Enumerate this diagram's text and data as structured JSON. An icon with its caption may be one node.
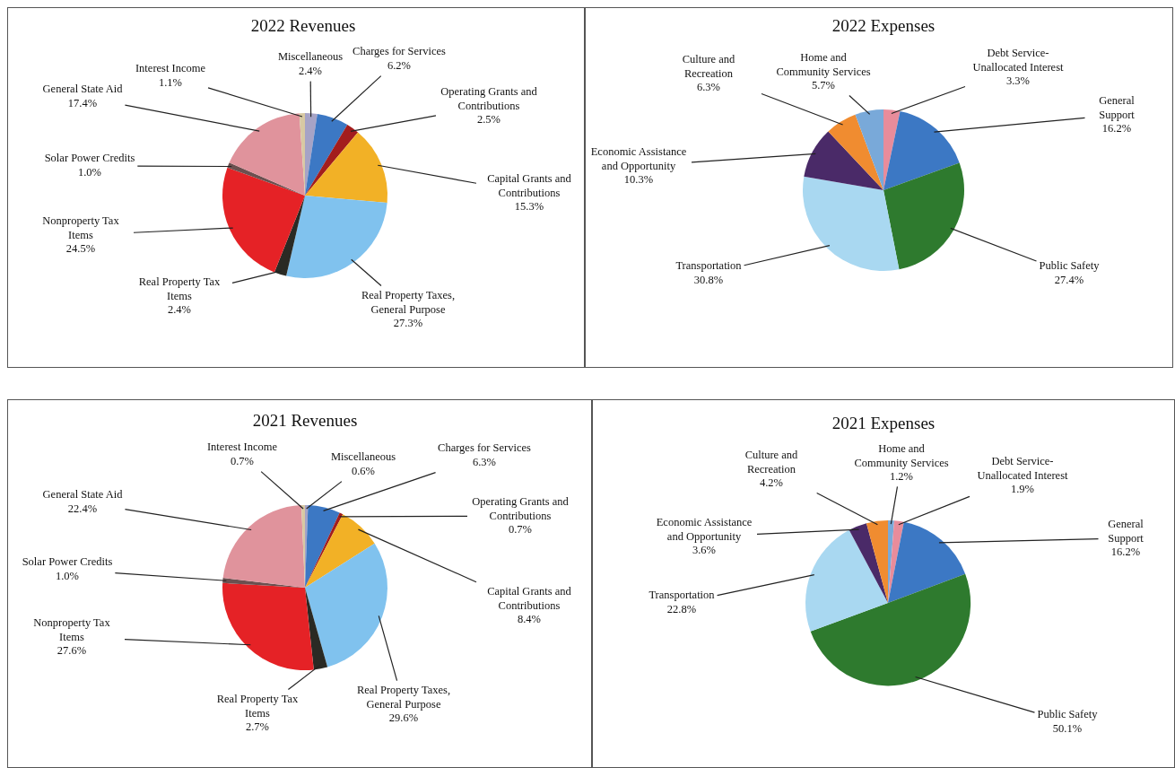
{
  "diagram": {
    "chart_data": [
      {
        "type": "pie",
        "title": "2022 Revenues",
        "categories": [
          "Miscellaneous",
          "Charges for Services",
          "Operating Grants and Contributions",
          "Capital Grants and Contributions",
          "Real Property Taxes, General Purpose",
          "Real Property Tax Items",
          "Nonproperty Tax Items",
          "Solar Power Credits",
          "General State Aid",
          "Interest Income"
        ],
        "values": [
          2.4,
          6.2,
          2.5,
          15.3,
          27.3,
          2.4,
          24.5,
          1.0,
          17.4,
          1.1
        ],
        "value_labels": [
          "2.4%",
          "6.2%",
          "2.5%",
          "15.3%",
          "27.3%",
          "2.4%",
          "24.5%",
          "1.0%",
          "17.4%",
          "1.1%"
        ]
      },
      {
        "type": "pie",
        "title": "2022 Expenses",
        "categories": [
          "Debt Service-Unallocated Interest",
          "General Support",
          "Public Safety",
          "Transportation",
          "Economic Assistance and Opportunity",
          "Culture and Recreation",
          "Home and Community Services"
        ],
        "values": [
          3.3,
          16.2,
          27.4,
          30.8,
          10.3,
          6.3,
          5.7
        ],
        "value_labels": [
          "3.3%",
          "16.2%",
          "27.4%",
          "30.8%",
          "10.3%",
          "6.3%",
          "5.7%"
        ]
      },
      {
        "type": "pie",
        "title": "2021 Revenues",
        "categories": [
          "Miscellaneous",
          "Charges for Services",
          "Operating Grants and Contributions",
          "Capital Grants and Contributions",
          "Real Property Taxes, General Purpose",
          "Real Property Tax Items",
          "Nonproperty Tax Items",
          "Solar Power Credits",
          "General State Aid",
          "Interest Income"
        ],
        "values": [
          0.6,
          6.3,
          0.7,
          8.4,
          29.6,
          2.7,
          27.6,
          1.0,
          22.4,
          0.7
        ],
        "value_labels": [
          "0.6%",
          "6.3%",
          "0.7%",
          "8.4%",
          "29.6%",
          "2.7%",
          "27.6%",
          "1.0%",
          "22.4%",
          "0.7%"
        ]
      },
      {
        "type": "pie",
        "title": "2021 Expenses",
        "categories": [
          "Home and Community Services",
          "Debt Service-Unallocated Interest",
          "General Support",
          "Public Safety",
          "Transportation",
          "Economic Assistance and Opportunity",
          "Culture and Recreation"
        ],
        "values": [
          1.2,
          1.9,
          16.2,
          50.1,
          22.8,
          3.6,
          4.2
        ],
        "value_labels": [
          "1.2%",
          "1.9%",
          "16.2%",
          "50.1%",
          "22.8%",
          "3.6%",
          "4.2%"
        ]
      }
    ]
  }
}
